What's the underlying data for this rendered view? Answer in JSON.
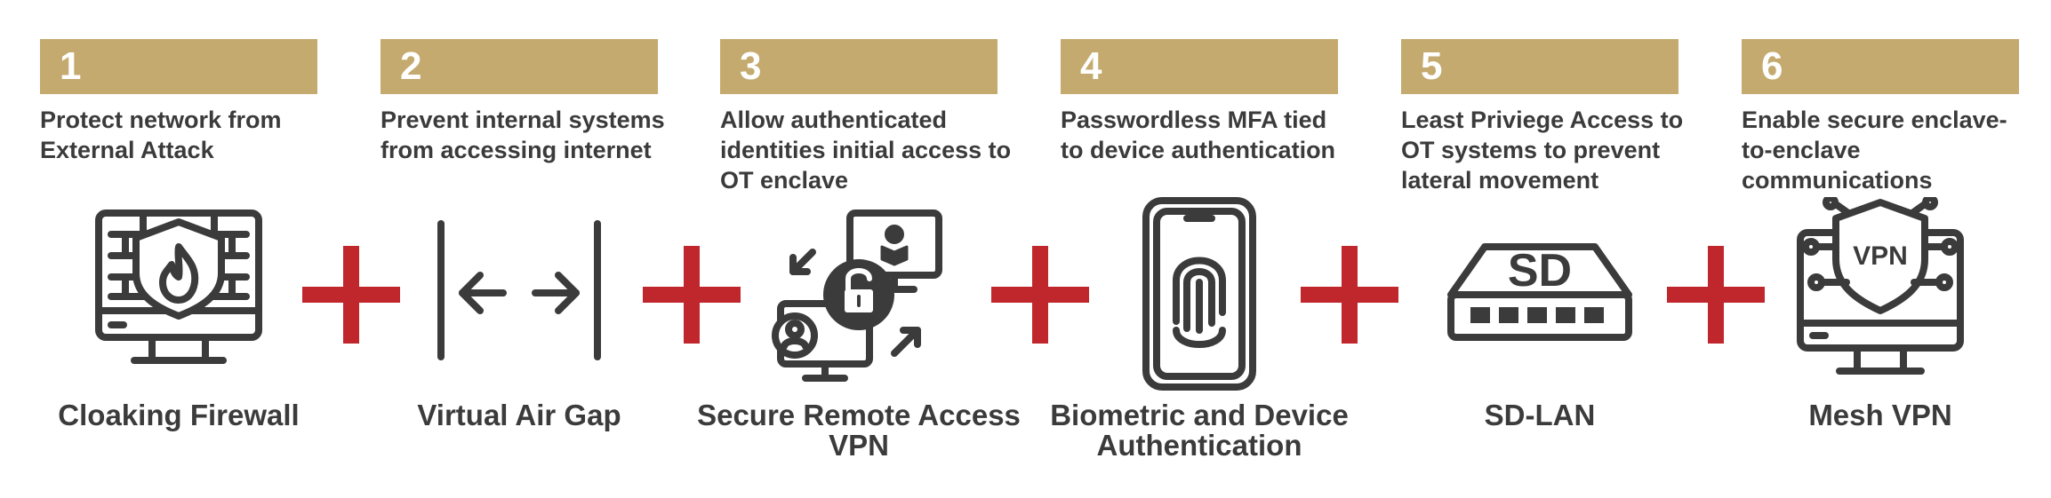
{
  "colors": {
    "band": "#c4aa6e",
    "plus": "#c0272d",
    "icon": "#3b3b3b",
    "text": "#3b3b3b"
  },
  "steps": [
    {
      "number": "1",
      "description": "Protect network from External Attack",
      "label": "Cloaking Firewall",
      "icon": "firewall-shield-flame-icon"
    },
    {
      "number": "2",
      "description": "Prevent internal systems from accessing internet",
      "label": "Virtual Air Gap",
      "icon": "air-gap-arrows-icon"
    },
    {
      "number": "3",
      "description": "Allow authenticated identities initial access to OT enclave",
      "label": "Secure Remote Access VPN",
      "icon": "remote-access-lock-icon"
    },
    {
      "number": "4",
      "description": "Passwordless MFA tied to device authentication",
      "label": "Biometric and Device Authentication",
      "icon": "phone-fingerprint-icon"
    },
    {
      "number": "5",
      "description": "Least Priviege Access to OT systems to prevent lateral movement",
      "label": "SD-LAN",
      "icon": "sd-lan-switch-icon"
    },
    {
      "number": "6",
      "description": "Enable secure enclave-to-enclave communications",
      "label": "Mesh VPN",
      "icon": "mesh-vpn-shield-icon"
    }
  ],
  "connectors": [
    {
      "icon": "plus-icon"
    },
    {
      "icon": "plus-icon"
    },
    {
      "icon": "plus-icon"
    },
    {
      "icon": "plus-icon"
    },
    {
      "icon": "plus-icon"
    }
  ],
  "icon_text": {
    "sd": "SD",
    "vpn": "VPN"
  }
}
